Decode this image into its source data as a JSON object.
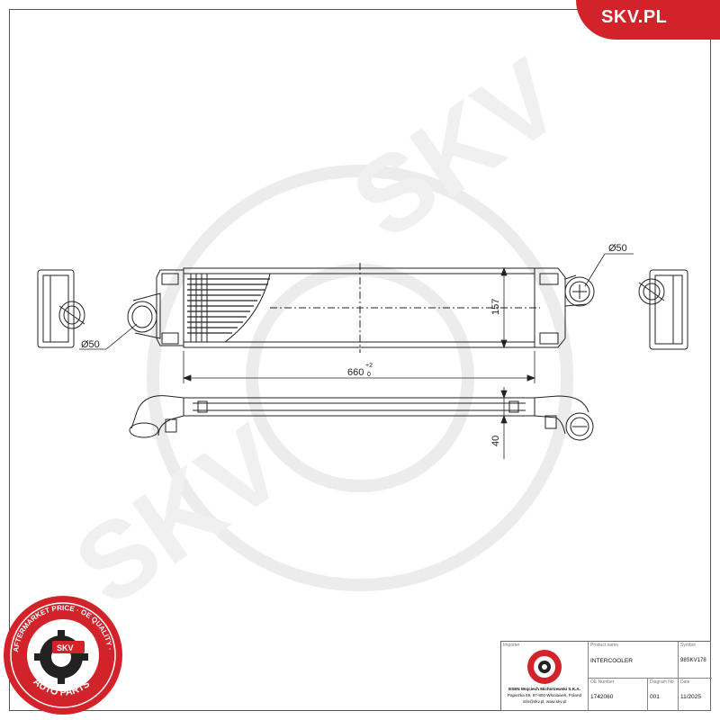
{
  "brand": {
    "name": "SKV.PL",
    "color": "#d2232a"
  },
  "dimensions": {
    "diameter_left": "Ø50",
    "diameter_right": "Ø50",
    "length": "660",
    "length_tol_upper": "+2",
    "length_tol_lower": "0",
    "height": "157",
    "depth": "40"
  },
  "seal": {
    "ring_text": "AFTERMARKET PRICE · OE QUALITY ·",
    "bottom_text": "AUTO PARTS",
    "center_text": "SKV"
  },
  "info": {
    "importer_caption": "Importer",
    "importer_line1": "ESEN Wojciech Michorzewski S.K.A.",
    "importer_line2": "Papieżka 69, 87-800 Włocławek, Poland",
    "importer_line3": "info@skv.pl, www.skv.pl",
    "product_caption": "Product name",
    "product_name": "INTERCOOLER",
    "symbol_caption": "Symbol",
    "symbol": "98SKV178",
    "oe_caption": "OE Number",
    "oe_number": "1742060",
    "diagram_caption": "Diagram No",
    "diagram_no": "001",
    "date_caption": "Date",
    "date": "11/2025"
  },
  "icons": [
    "skv-seal-icon",
    "gear-watermark-icon",
    "small-seal-icon"
  ]
}
